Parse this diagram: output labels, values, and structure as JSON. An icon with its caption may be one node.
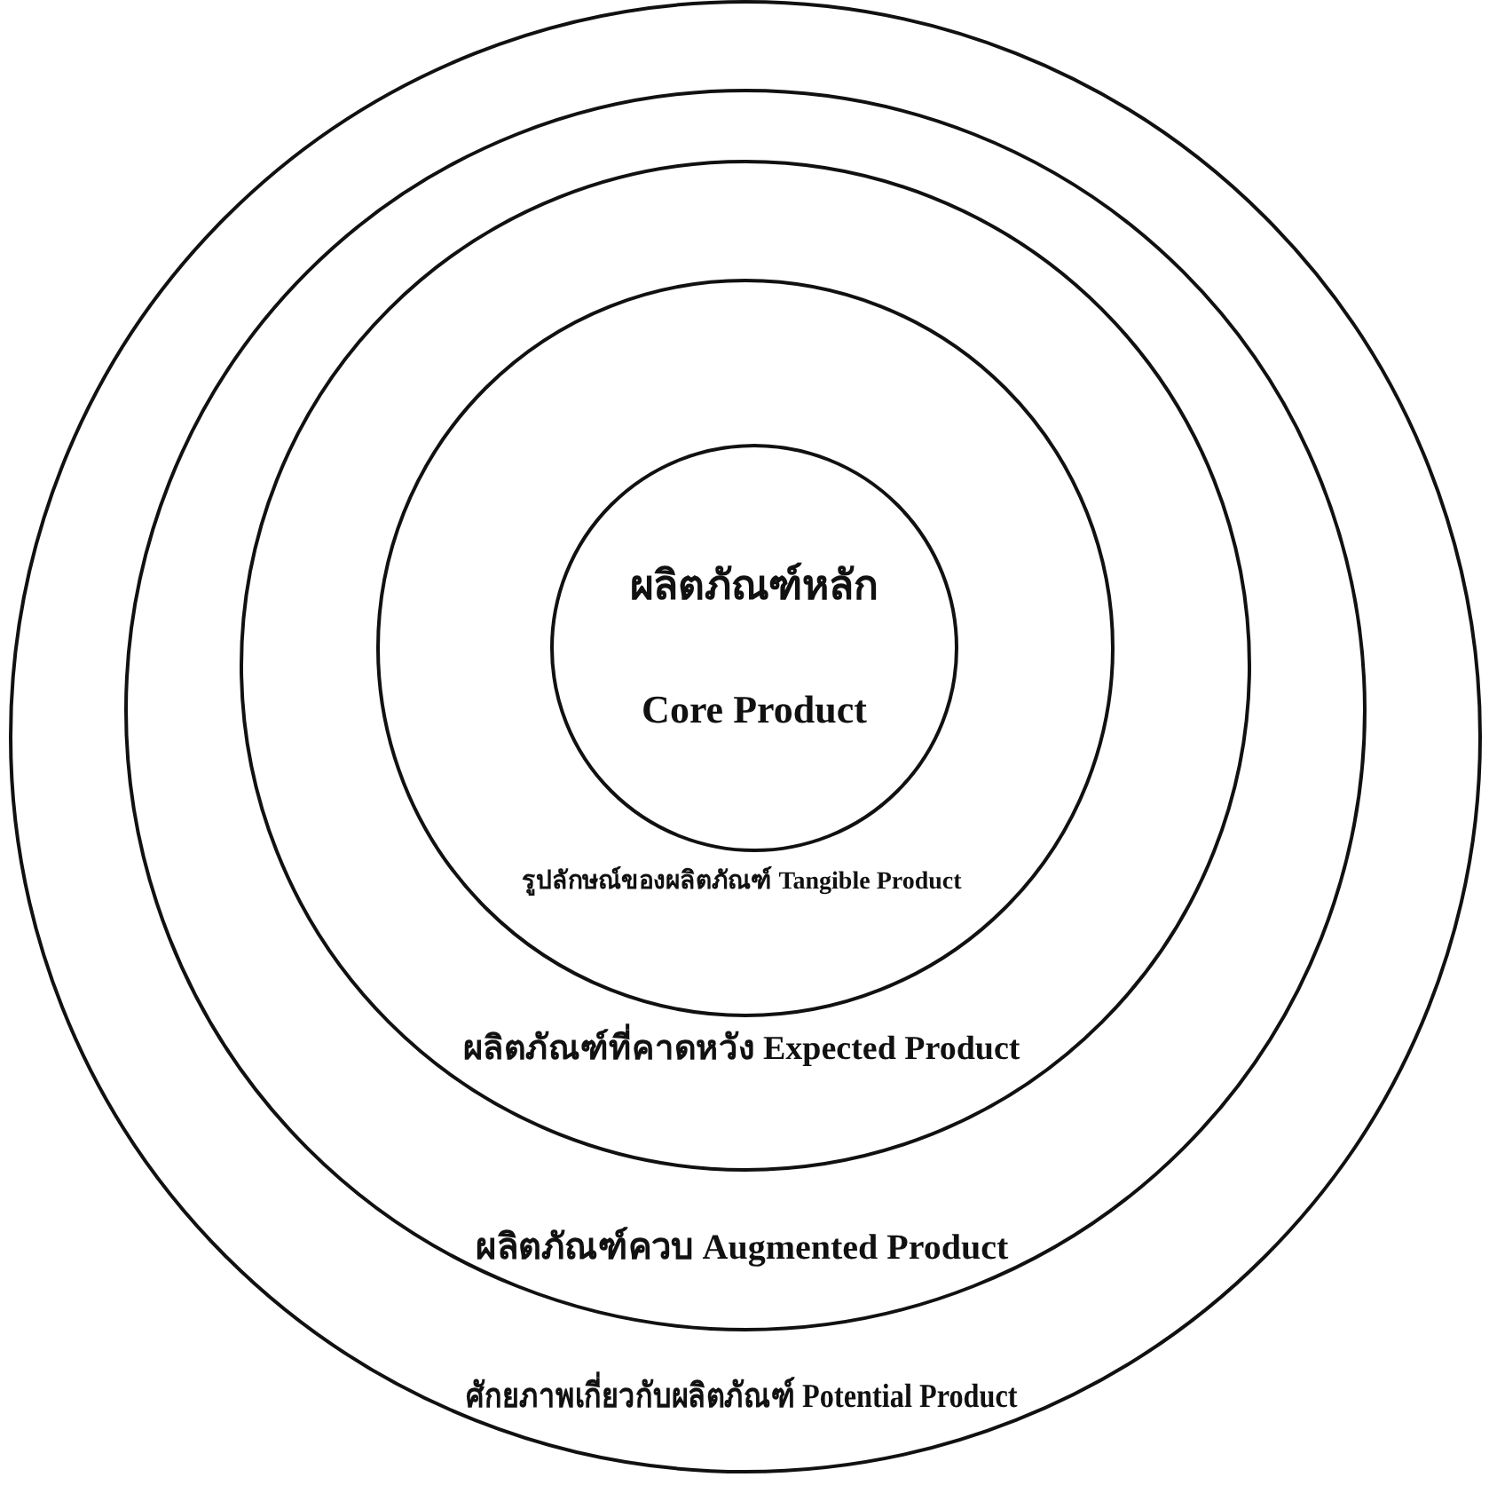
{
  "diagram": {
    "nodes": [
      {
        "text": [
          "ศักยภาพเกี่ยวกับผลิตภัณฑ์ Potential Product"
        ]
      },
      {
        "text": [
          "ผลิตภัณฑ์ควบ Augmented Product"
        ],
        "in": 0
      },
      {
        "text": [
          "ผลิตภัณฑ์ที่คาดหวัง Expected Product"
        ],
        "in": 1
      },
      {
        "text": [
          "รูปลักษณ์ของผลิตภัณฑ์ Tangible Product"
        ],
        "in": 2
      },
      {
        "text": [
          "ผลิตภัณฑ์หลัก",
          "Core Product"
        ],
        "in": 3
      }
    ]
  }
}
